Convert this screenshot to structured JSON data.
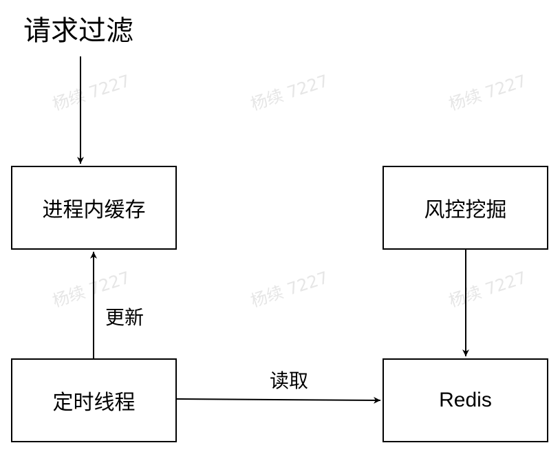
{
  "title": "请求过滤",
  "nodes": {
    "cache": "进程内缓存",
    "timer": "定时线程",
    "risk": "风控挖掘",
    "redis": "Redis"
  },
  "edges": {
    "update": "更新",
    "read": "读取"
  },
  "watermark": "杨续 7227",
  "colors": {
    "line": "#000000",
    "watermark": "#e6e6e6"
  }
}
